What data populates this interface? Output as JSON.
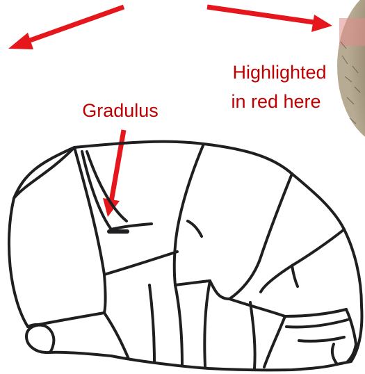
{
  "labels": {
    "gradulus": "Gradulus",
    "highlight_line1": "Highlighted",
    "highlight_line2": "in red here"
  },
  "colors": {
    "annotation_red": "#c00000",
    "arrow_red": "#e5161c",
    "outline": "#1f1f22",
    "photo_hair": "#8a7a5e",
    "photo_highlight": "#e08a8a"
  }
}
